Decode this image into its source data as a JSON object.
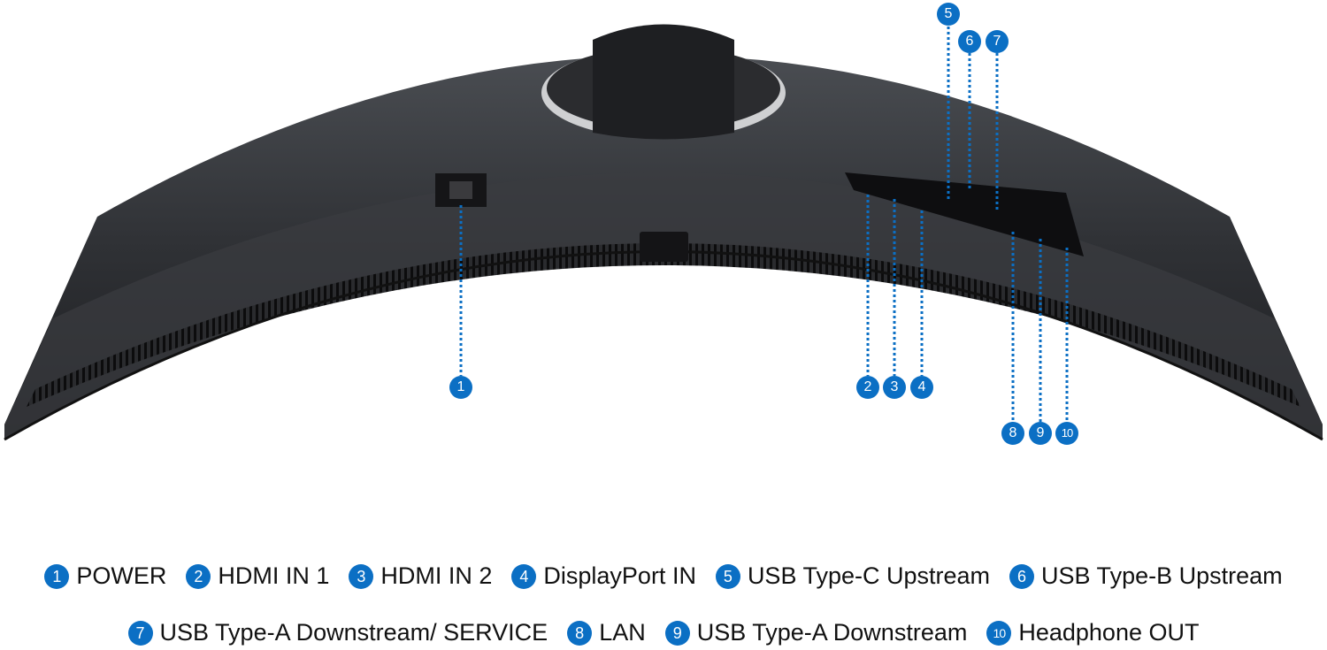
{
  "accent_color": "#0b6fc4",
  "callouts": [
    "1",
    "2",
    "3",
    "4",
    "5",
    "6",
    "7",
    "8",
    "9",
    "10"
  ],
  "legend": [
    {
      "num": "1",
      "label": "POWER"
    },
    {
      "num": "2",
      "label": "HDMI IN 1"
    },
    {
      "num": "3",
      "label": "HDMI IN 2"
    },
    {
      "num": "4",
      "label": "DisplayPort IN"
    },
    {
      "num": "5",
      "label": "USB Type-C Upstream"
    },
    {
      "num": "6",
      "label": "USB Type-B Upstream"
    },
    {
      "num": "7",
      "label": "USB Type-A Downstream/ SERVICE"
    },
    {
      "num": "8",
      "label": "LAN"
    },
    {
      "num": "9",
      "label": "USB Type-A Downstream"
    },
    {
      "num": "10",
      "label": "Headphone OUT"
    }
  ]
}
